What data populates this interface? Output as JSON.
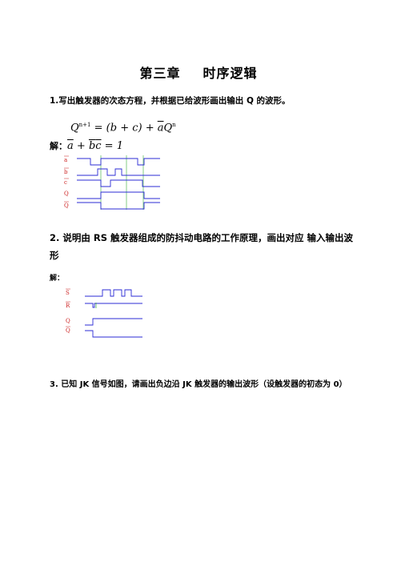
{
  "title_part1": "第三章",
  "title_part2": "时序逻辑",
  "q1_text": "1.写出触发器的次态方程，并根据已给波形画出输出  Q  的波形。",
  "eq1": {
    "lhs": "Q",
    "lhs_sup": "n+1",
    "eq_b": "= (b + c) + ",
    "a_bar": "a",
    "q": "Q",
    "q_sup": "n"
  },
  "sol1": {
    "label": "解：",
    "a_bar": "a",
    "plus": " + ",
    "b_bar": "b",
    "c_bar": "c",
    "rhs": " = 1"
  },
  "waves1_labels": [
    "a",
    "b",
    "c",
    "Q",
    "Q"
  ],
  "waves1_label_overlines": [
    true,
    true,
    true,
    false,
    true
  ],
  "q2_text": "2.  说明由 RS 触发器组成的防抖动电路的工作原理，画出对应  输入输出波形",
  "sol2_label": "解：",
  "waves2_labels": [
    "S",
    "R",
    "Q",
    "Q"
  ],
  "waves2_label_overlines": [
    true,
    true,
    false,
    true
  ],
  "q3_text": "3.  已知 JK 信号如图，请画出负边沿 JK 触发器的输出波形（设触发器的初态为 0）",
  "colors": {
    "wave": "#2b2bd6",
    "label": "#cc2222",
    "guide": "#33aa33"
  }
}
